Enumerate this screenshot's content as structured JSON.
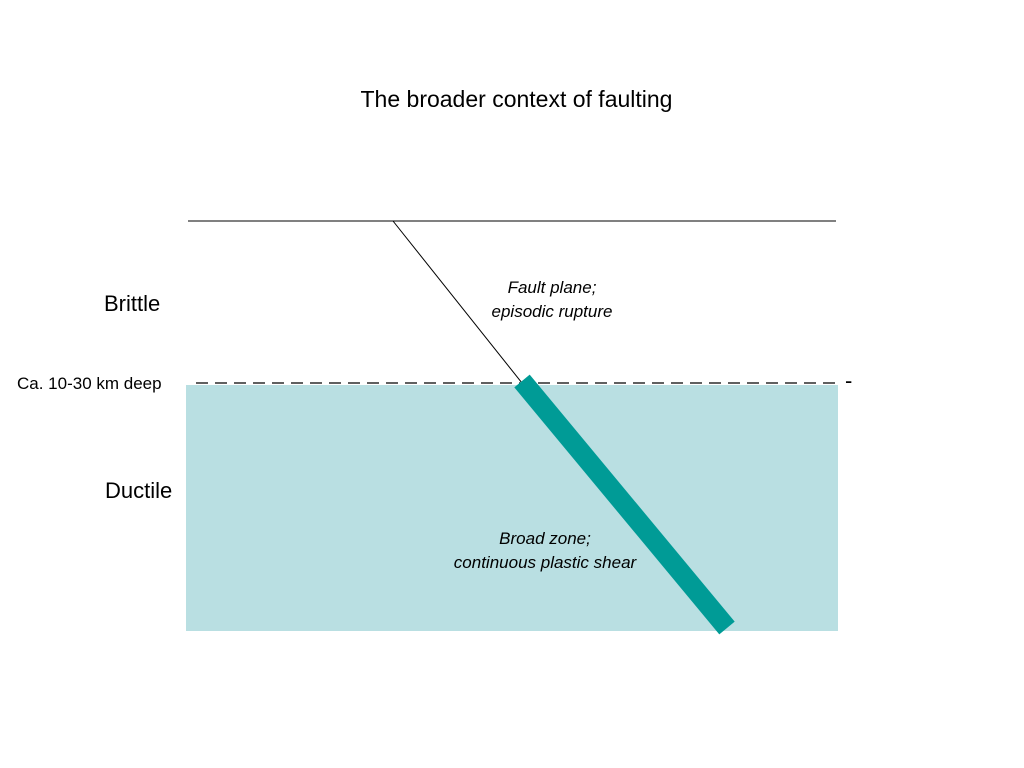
{
  "title": "The broader context of faulting",
  "layers": {
    "brittle": "Brittle",
    "ductile": "Ductile"
  },
  "boundary": {
    "depth_label": "Ca. 10-30 km deep",
    "trailing_mark": "-"
  },
  "annotations": {
    "fault_plane": [
      "Fault plane;",
      "episodic rupture"
    ],
    "broad_zone": [
      "Broad zone;",
      "continuous plastic shear"
    ]
  },
  "colors": {
    "ductile_fill": "#b9dfe2",
    "shear_zone": "#009b96",
    "line": "#000000"
  }
}
